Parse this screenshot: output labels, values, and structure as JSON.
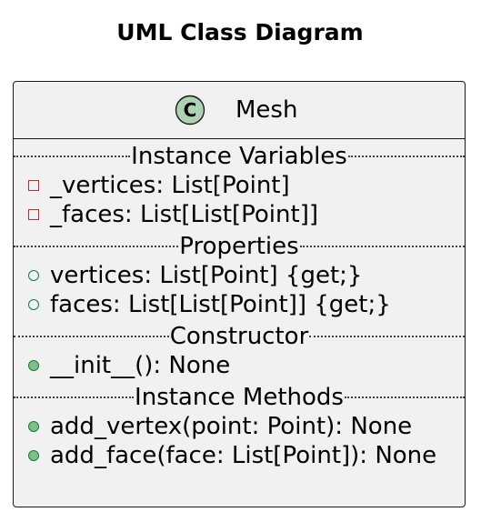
{
  "diagram_title": "UML Class Diagram",
  "class": {
    "stereotype_glyph": "C",
    "name": "Mesh",
    "sections": [
      {
        "label": "Instance Variables",
        "members": [
          {
            "visibility": "private",
            "text": "_vertices: List[Point]"
          },
          {
            "visibility": "private",
            "text": "_faces: List[List[Point]]"
          }
        ]
      },
      {
        "label": "Properties",
        "members": [
          {
            "visibility": "public-hollow",
            "text": "vertices: List[Point] {get;}"
          },
          {
            "visibility": "public-hollow",
            "text": "faces: List[List[Point]] {get;}"
          }
        ]
      },
      {
        "label": "Constructor",
        "members": [
          {
            "visibility": "public-filled",
            "text": "__init__(): None"
          }
        ]
      },
      {
        "label": "Instance Methods",
        "members": [
          {
            "visibility": "public-filled",
            "text": "add_vertex(point: Point): None"
          },
          {
            "visibility": "public-filled",
            "text": "add_face(face: List[Point]): None"
          }
        ]
      }
    ]
  },
  "colors": {
    "class_fill": "#f1f1f1",
    "glyph_fill": "#add1b2",
    "private_marker": "#c82929",
    "public_marker": "#038048",
    "public_marker_fill": "#84be84"
  }
}
